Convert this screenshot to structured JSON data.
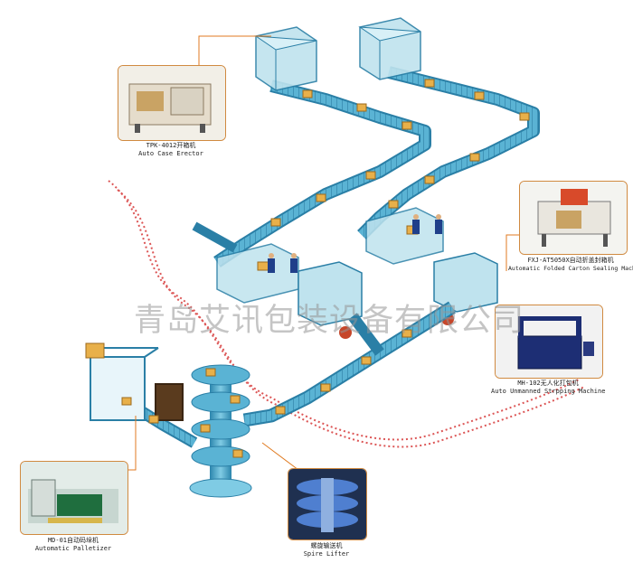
{
  "watermark": "青岛艾讯包装设备有限公司",
  "machines": {
    "case_erector": {
      "cn": "TPK-4012开箱机",
      "en": "Auto Case Erector"
    },
    "carton_sealer": {
      "cn": "FXJ-AT5050X自动折盖封箱机",
      "en": "Automatic Folded Carton Sealing Machine"
    },
    "strapping": {
      "cn": "MH-102无人化打包机",
      "en": "Auto Unmanned Strpping Machine"
    },
    "palletizer": {
      "cn": "MD-01自动码垛机",
      "en": "Automatic Palletizer"
    },
    "spiral_lifter": {
      "cn": "螺旋输送机",
      "en": "Spire Lifter"
    }
  },
  "colors": {
    "conveyor": "#4aa6c8",
    "conveyor_dark": "#2a7fa6",
    "frame": "#bfe3ee",
    "carton": "#e8b04a",
    "leader": "#e07a20",
    "ribbon": "#d42c2c"
  }
}
